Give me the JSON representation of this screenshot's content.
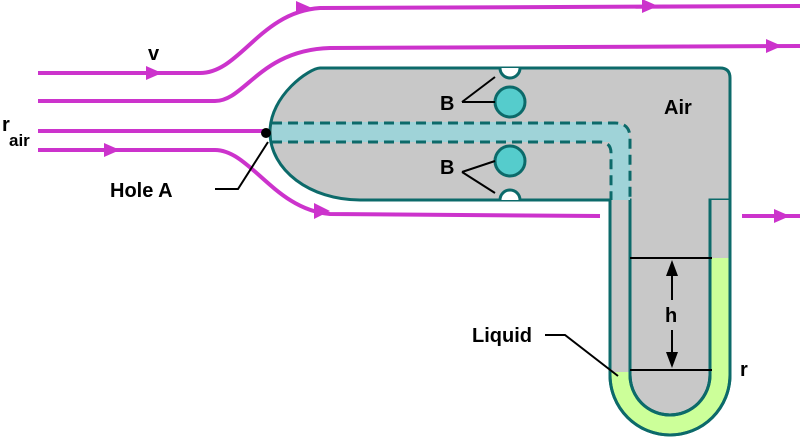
{
  "labels": {
    "velocity": "v",
    "rho_air_main": "r",
    "rho_air_sub": "air",
    "hole": "Hole A",
    "air": "Air",
    "b_top": "B",
    "b_bottom": "B",
    "height": "h",
    "liquid": "Liquid",
    "rho_liquid": "r"
  },
  "colors": {
    "streamline": "#cc33cc",
    "tube_body": "#c8c8c8",
    "tube_outline": "#0c6a6a",
    "port_fill": "#55cccc",
    "inner_channel": "#9fd3d8",
    "liquid": "#ccff99",
    "line": "#000000"
  }
}
